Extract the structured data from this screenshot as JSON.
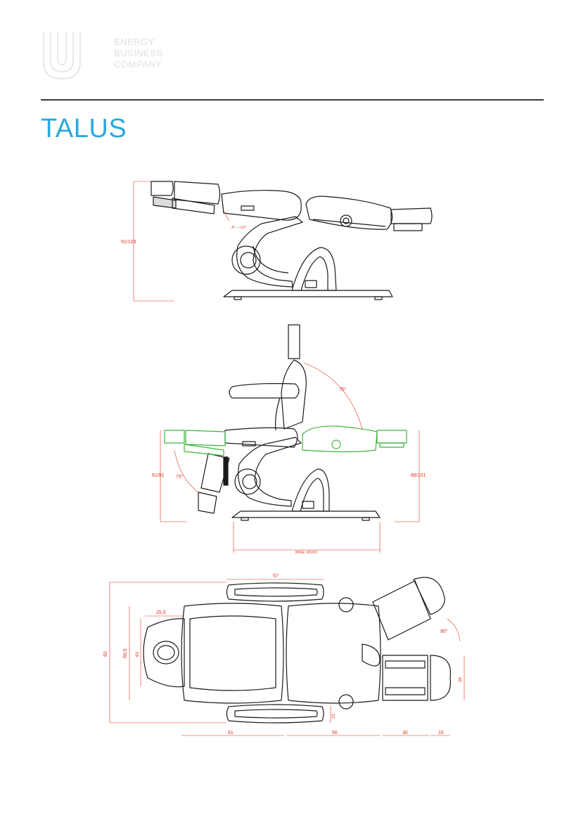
{
  "header": {
    "logo_lines": [
      "ENERGY",
      "BUSINESS",
      "COMPANY"
    ],
    "contact_lines": [
      "",
      "",
      "",
      "",
      "",
      ""
    ]
  },
  "page_title": "TALUS",
  "colors": {
    "title": "#29a9e0",
    "dimension": "#e0321e",
    "line": "#1a1a1a",
    "alt_position": "#3cb43c"
  },
  "view_side": {
    "height_label": "91/123",
    "tilt_label": "-4° – +12°"
  },
  "view_recline": {
    "back_angle": "75°",
    "leg_angle": "75°",
    "left_height": "61/91",
    "right_height": "68/101",
    "base_label": "BASE 105X57"
  },
  "view_top": {
    "armrest_width": "57",
    "total_width": "82",
    "seat_width": "60,5",
    "head_width": "63",
    "head_length": "25,5",
    "armrest_gap": "10",
    "back_length": "61",
    "seat_length": "56",
    "leg_length": "30",
    "foot_length": "15",
    "leg_width": "26",
    "leg_angle": "90°"
  }
}
